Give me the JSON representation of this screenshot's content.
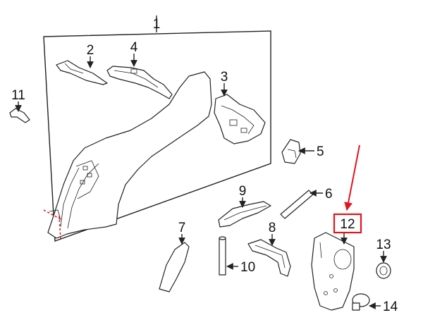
{
  "callouts": {
    "c1": "1",
    "c2": "2",
    "c3": "3",
    "c4": "4",
    "c5": "5",
    "c6": "6",
    "c7": "7",
    "c8": "8",
    "c9": "9",
    "c10": "10",
    "c11": "11",
    "c12": "12",
    "c13": "13",
    "c14": "14"
  },
  "colors": {
    "line": "#222222",
    "highlight": "#e0161e",
    "background": "#ffffff"
  },
  "highlighted_part": "12"
}
